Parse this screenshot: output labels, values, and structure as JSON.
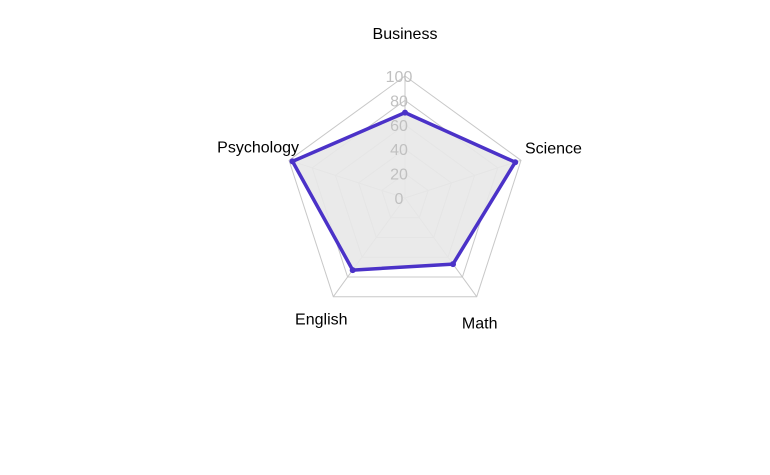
{
  "chart_data": {
    "type": "radar",
    "categories": [
      "Business",
      "Science",
      "Math",
      "English",
      "Psychology"
    ],
    "series": [
      {
        "values": [
          70,
          95,
          67,
          73,
          97
        ]
      }
    ],
    "rlim": [
      0,
      100
    ],
    "ticks": [
      "0",
      "20",
      "40",
      "60",
      "80",
      "100"
    ],
    "grid": true,
    "colors": {
      "series_line": "#4b32c8",
      "fill": "#e8e8e8",
      "grid": "#c8c8c8",
      "tick_text": "#c0c0c0"
    }
  }
}
